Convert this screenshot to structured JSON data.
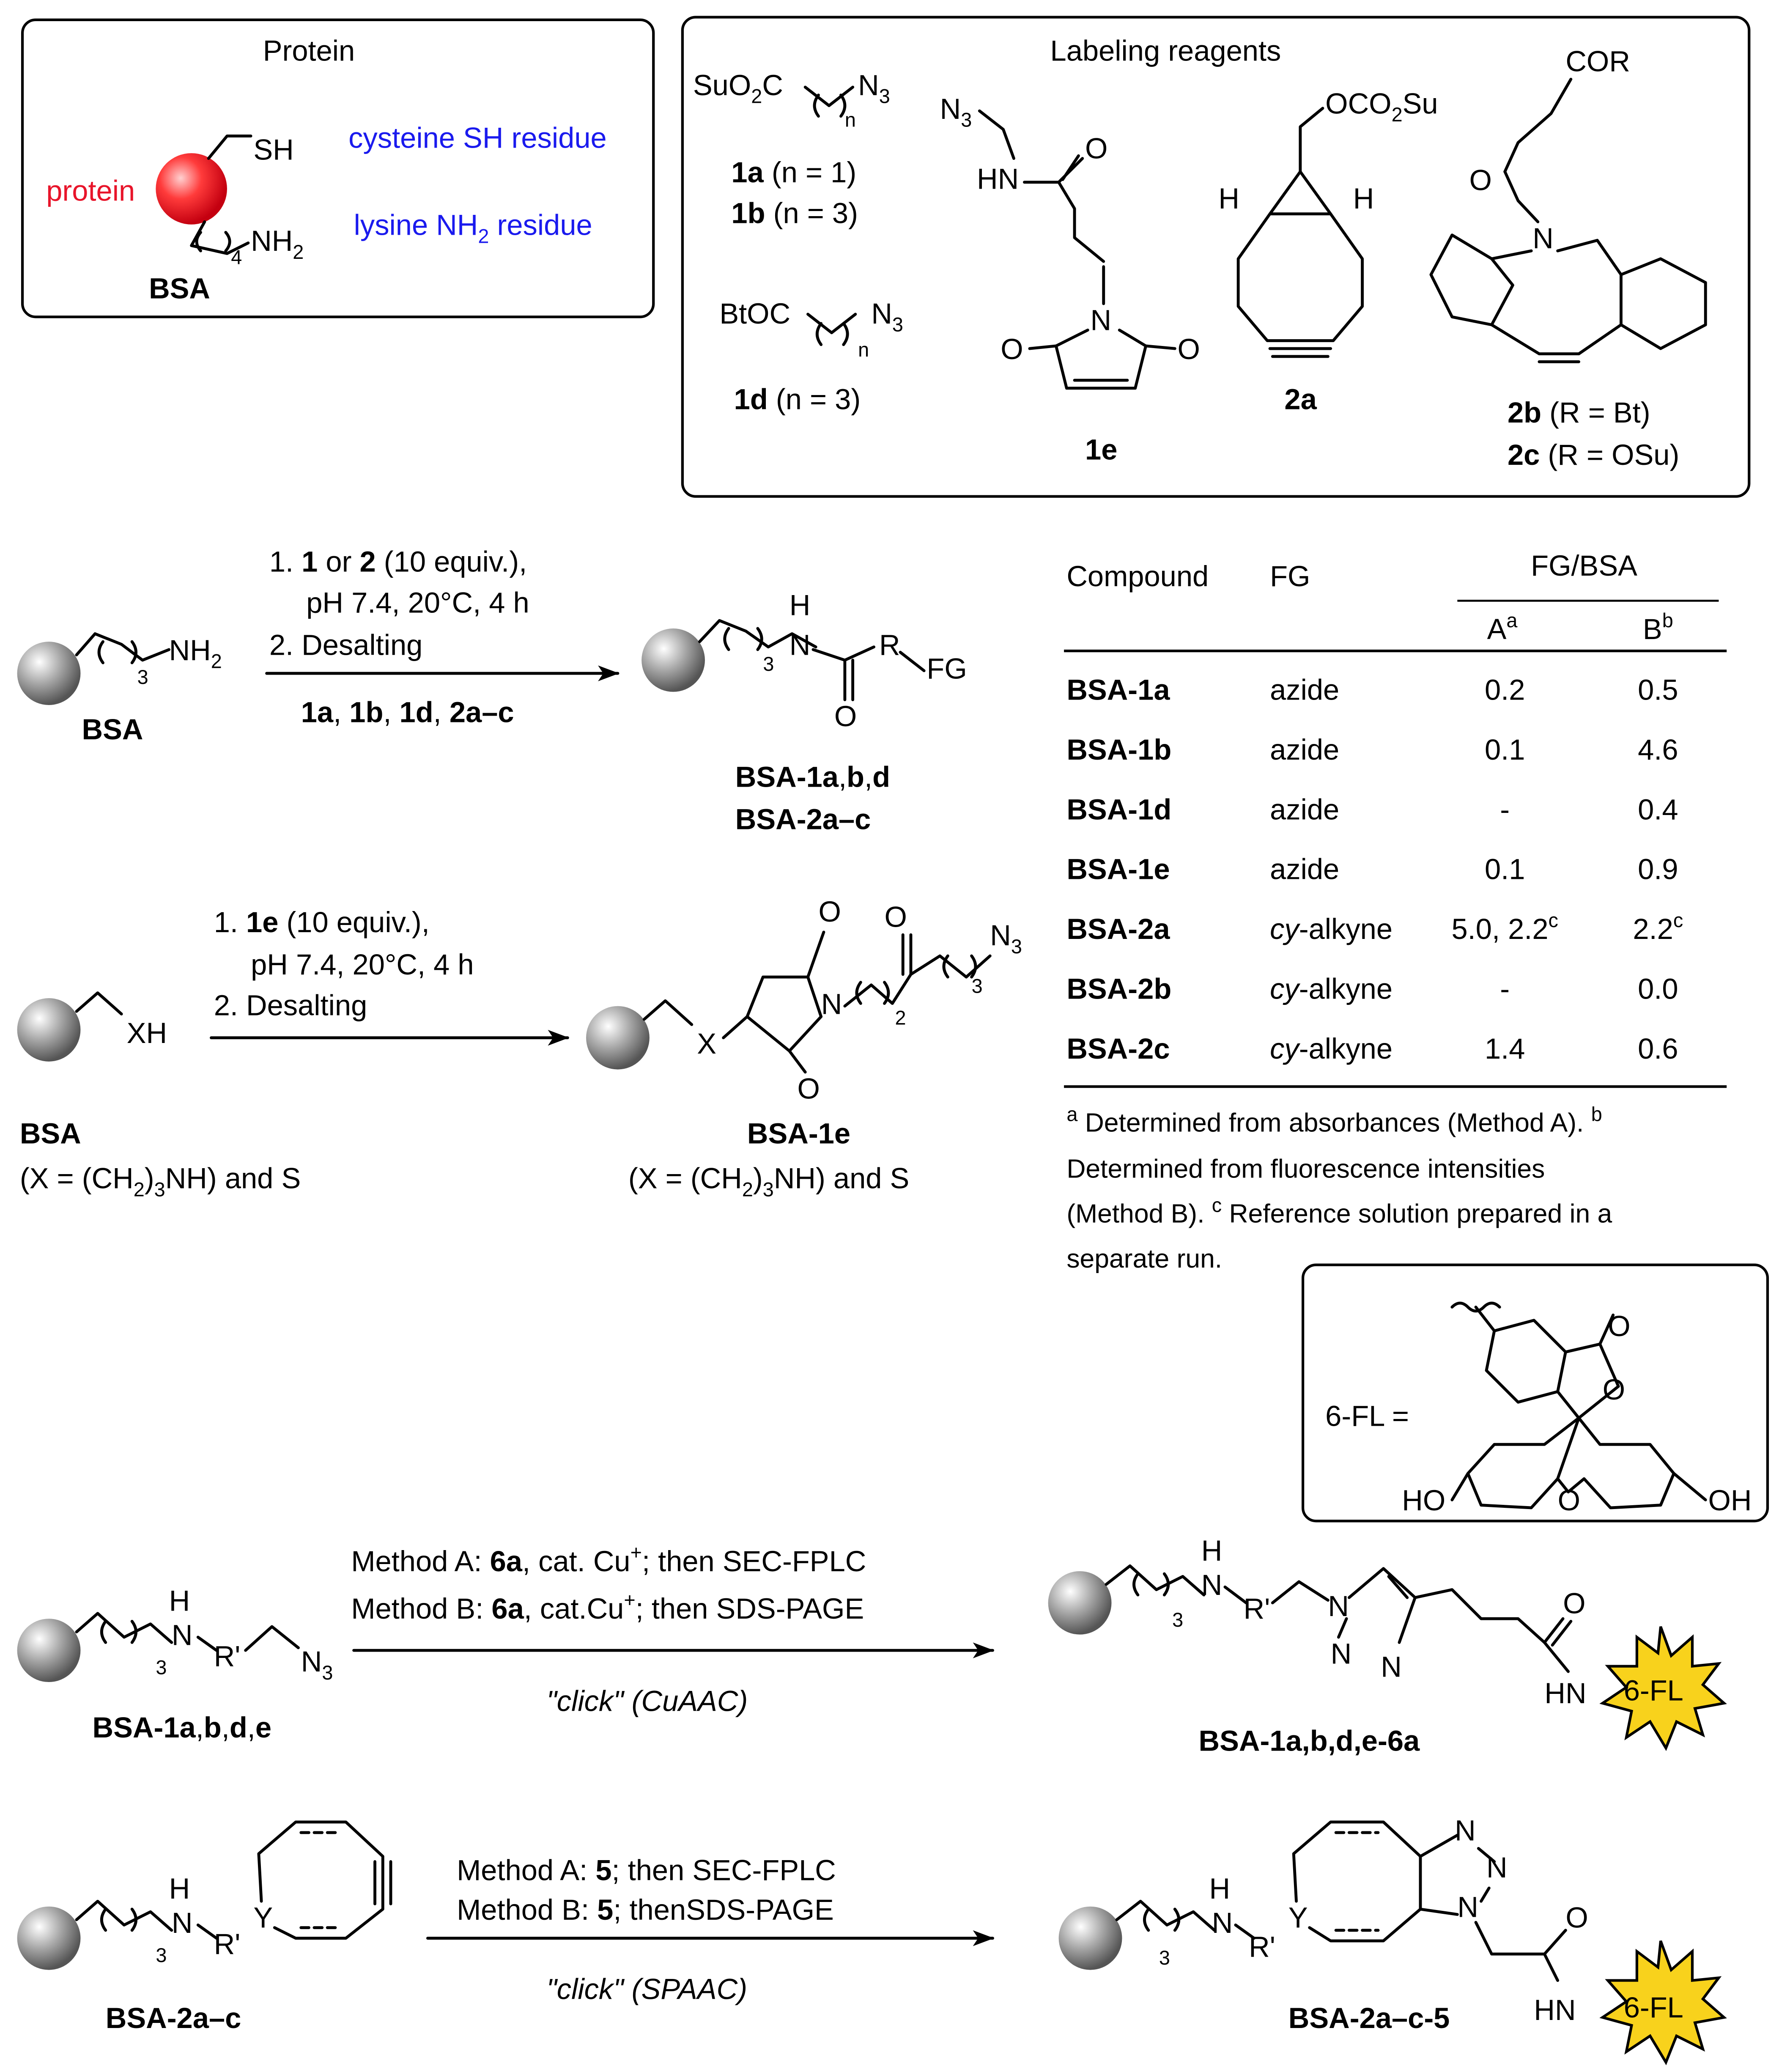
{
  "protein_box": {
    "title": "Protein",
    "protein_label": "protein",
    "sh": "SH",
    "nh2": "NH",
    "nh2_sub": "2",
    "chain_sub": "4",
    "bsa": "BSA",
    "cys_label": "cysteine SH residue",
    "lys_label_pre": "lysine NH",
    "lys_label_sub": "2",
    "lys_label_post": " residue"
  },
  "reagent_box": {
    "title": "Labeling reagents",
    "r1_formula": "SuO",
    "r1_formula_sub": "2",
    "r1_formula_c": "C",
    "r1_n3": "N",
    "r1_n3_sub": "3",
    "n_sub": "n",
    "r1a_id": "1a",
    "r1a_cond": " (n = 1)",
    "r1b_id": "1b",
    "r1b_cond": " (n = 3)",
    "r1d_formula": "BtOC",
    "r1d_id": "1d",
    "r1d_cond": " (n = 3)",
    "r1e_id": "1e",
    "r2a_id": "2a",
    "r2a_group": "OCO",
    "r2a_group_sub": "2",
    "r2a_group_post": "Su",
    "h": "H",
    "r2b_cor": "COR",
    "n_atom": "N",
    "o_atom": "O",
    "hn": "HN",
    "r2b_id": "2b",
    "r2b_cond": " (R = Bt)",
    "r2c_id": "2c",
    "r2c_cond": " (R = OSu)"
  },
  "scheme1": {
    "cond1_num": "1.",
    "cond1_reag_a": "1",
    "cond1_or": " or ",
    "cond1_reag_b": "2",
    "cond1_rest": " (10 equiv.),",
    "cond2": "pH 7.4, 20°C, 4 h",
    "cond3": "2. Desalting",
    "reagents": [
      "1a",
      ", ",
      "1b",
      ", ",
      "1d",
      ", ",
      "2a–c"
    ],
    "sm_label": "BSA",
    "nh2": "NH",
    "nh2_sub": "2",
    "sub3": "3",
    "prod_r": "R",
    "prod_fg": "FG",
    "prod_h": "H",
    "prod_n": "N",
    "prod_o": "O",
    "prod_label1_a": "BSA-1a",
    "prod_label1_b": ",",
    "prod_label1_c": "b",
    "prod_label1_d": ",",
    "prod_label1_e": "d",
    "prod_label2": "BSA-2a–c"
  },
  "scheme2": {
    "cond1_num": "1.",
    "cond1_reag": "1e",
    "cond1_rest": " (10 equiv.),",
    "cond2": "pH 7.4, 20°C, 4 h",
    "cond3": "2. Desalting",
    "xh": "XH",
    "sm_label": "BSA",
    "sm_note": "(X = (CH",
    "sm_note_sub": "2",
    "sm_note_post": ")",
    "sm_note_sub2": "3",
    "sm_note_end": "NH) and S",
    "x": "X",
    "n": "N",
    "o": "O",
    "n3": "N",
    "n3_sub": "3",
    "sub2": "2",
    "sub3": "3",
    "prod_label": "BSA-1e",
    "prod_note": "(X = (CH",
    "prod_note_sub": "2",
    "prod_note_post": ")",
    "prod_note_sub2": "3",
    "prod_note_end": "NH) and S"
  },
  "table": {
    "headers": [
      "Compound",
      "FG",
      "FG/BSA"
    ],
    "sub_headers": [
      "A",
      "a",
      "B",
      "b"
    ],
    "rows": [
      {
        "compound": "BSA-1a",
        "fg": "azide",
        "a": "0.2",
        "b": "0.5"
      },
      {
        "compound": "BSA-1b",
        "fg": "azide",
        "a": "0.1",
        "b": "4.6"
      },
      {
        "compound": "BSA-1d",
        "fg": "azide",
        "a": "-",
        "b": "0.4"
      },
      {
        "compound": "BSA-1e",
        "fg": "azide",
        "a": "0.1",
        "b": "0.9"
      },
      {
        "compound": "BSA-2a",
        "fg_i": "cy",
        "fg": "-alkyne",
        "a": "5.0, 2.2",
        "a_sup": "c",
        "b": "2.2",
        "b_sup": "c"
      },
      {
        "compound": "BSA-2b",
        "fg_i": "cy",
        "fg": "-alkyne",
        "a": "-",
        "b": "0.0"
      },
      {
        "compound": "BSA-2c",
        "fg_i": "cy",
        "fg": "-alkyne",
        "a": "1.4",
        "b": "0.6"
      }
    ],
    "footnote_a_mark": "a",
    "footnote_a": " Determined from absorbances (Method A). ",
    "footnote_b_mark": "b",
    "footnote_b1": "Determined from fluorescence intensities",
    "footnote_b2": "(Method B). ",
    "footnote_c_mark": "c",
    "footnote_c1": " Reference solution prepared in a",
    "footnote_c2": "separate run."
  },
  "fl_box": {
    "label": "6-FL =",
    "ho": "HO",
    "oh": "OH",
    "o": "O"
  },
  "scheme3": {
    "cond1_pre": "Method A: ",
    "cond1_reag": "6a",
    "cond1_post": ", cat. Cu",
    "cond1_sup": "+",
    "cond1_end": "; then SEC-FPLC",
    "cond2_pre": "Method B: ",
    "cond2_reag": "6a",
    "cond2_post": ", cat.Cu",
    "cond2_sup": "+",
    "cond2_end": "; then SDS-PAGE",
    "click": "\"click\" (CuAAC)",
    "h": "H",
    "n": "N",
    "r_prime": "R'",
    "n3": "N",
    "n3_sub": "3",
    "sub3": "3",
    "sm_label_a": "BSA-1a",
    "sm_label_sep": ",",
    "sm_label_b": "b",
    "sm_label_d": "d",
    "sm_label_e": "e",
    "o": "O",
    "hn": "HN",
    "fl": "6-FL",
    "prod_label": "BSA-1a,b,d,e-6a"
  },
  "scheme4": {
    "cond1_pre": "Method A: ",
    "cond1_reag": "5",
    "cond1_end": "; then SEC-FPLC",
    "cond2_pre": "Method B: ",
    "cond2_reag": "5",
    "cond2_end": "; thenSDS-PAGE",
    "click": "\"click\" (SPAAC)",
    "h": "H",
    "n": "N",
    "r_prime": "R'",
    "y": "Y",
    "sub3": "3",
    "sm_label": "BSA-2a–c",
    "o": "O",
    "hn": "HN",
    "fl": "6-FL",
    "prod_label": "BSA-2a–c-5"
  },
  "colors": {
    "protein_red": "#e8142a",
    "residue_blue": "#1a1aee",
    "starburst": "#f8d21c",
    "sphere_gray": "#8a8a8a"
  }
}
